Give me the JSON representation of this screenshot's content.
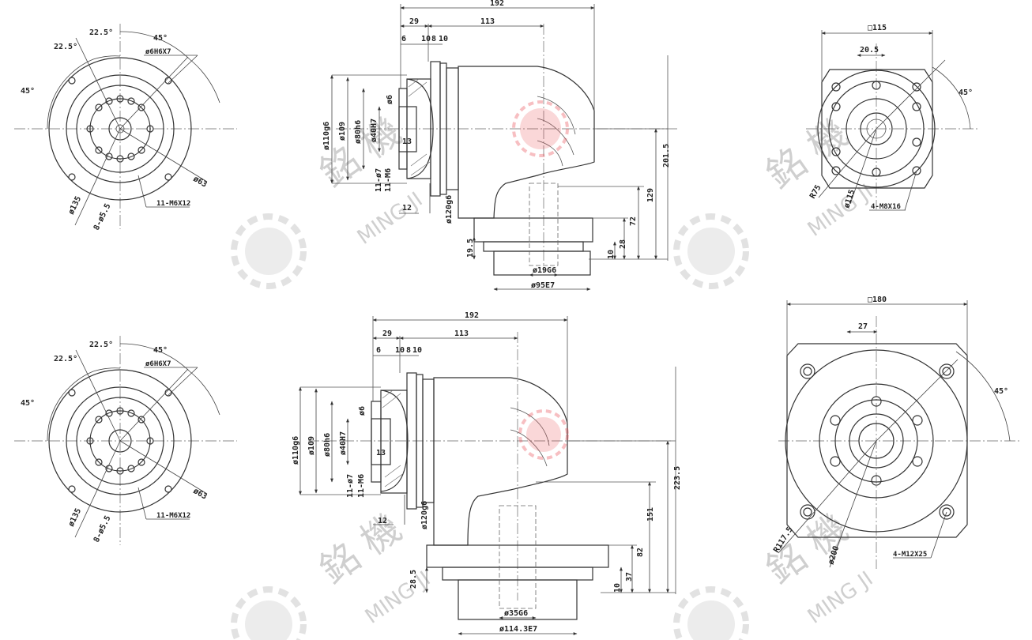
{
  "colors": {
    "line": "#333333",
    "watermark": "#d9d9d9",
    "logo_red": "#e8474f"
  },
  "watermark": {
    "chars": "銘 機",
    "latin": "MING JI"
  },
  "top": {
    "left_view": {
      "angles": [
        "22.5°",
        "22.5°",
        "45°",
        "45°"
      ],
      "labels": {
        "bore": "ø6H6X7",
        "pcd": "ø63",
        "od": "ø135",
        "holes": "8-ø5.5",
        "tapped": "11-M6X12"
      }
    },
    "front_view": {
      "horizontal": [
        "192",
        "29",
        "113",
        "6",
        "10",
        "8",
        "10"
      ],
      "vertical": [
        "ø110g6",
        "ø109",
        "ø80h6",
        "ø40H7",
        "ø6",
        "13",
        "11-ø7",
        "11-M6",
        "12",
        "ø120g6"
      ],
      "right": [
        "201.5",
        "129",
        "72",
        "28",
        "10",
        "19.5"
      ],
      "bottom": [
        "ø19G6",
        "ø95E7"
      ]
    },
    "right_view": {
      "square": "□115",
      "offset": "20.5",
      "angle": "45°",
      "radius": "R75",
      "pcd": "ø115",
      "holes": "4-M8X16"
    }
  },
  "bottom": {
    "left_view": {
      "angles": [
        "22.5°",
        "22.5°",
        "45°",
        "45°"
      ],
      "labels": {
        "bore": "ø6H6X7",
        "pcd": "ø63",
        "od": "ø135",
        "holes": "8-ø5.5",
        "tapped": "11-M6X12"
      }
    },
    "front_view": {
      "horizontal": [
        "192",
        "29",
        "113",
        "6",
        "10",
        "8",
        "10"
      ],
      "vertical": [
        "ø110g6",
        "ø109",
        "ø80h6",
        "ø40H7",
        "ø6",
        "13",
        "11-ø7",
        "11-M6",
        "12",
        "ø120g6"
      ],
      "right": [
        "223.5",
        "151",
        "82",
        "37",
        "10",
        "28.5"
      ],
      "bottom": [
        "ø35G6",
        "ø114.3E7"
      ]
    },
    "right_view": {
      "square": "□180",
      "offset": "27",
      "angle": "45°",
      "radius": "R117.5",
      "pcd": "ø200",
      "holes": "4-M12X25"
    }
  }
}
